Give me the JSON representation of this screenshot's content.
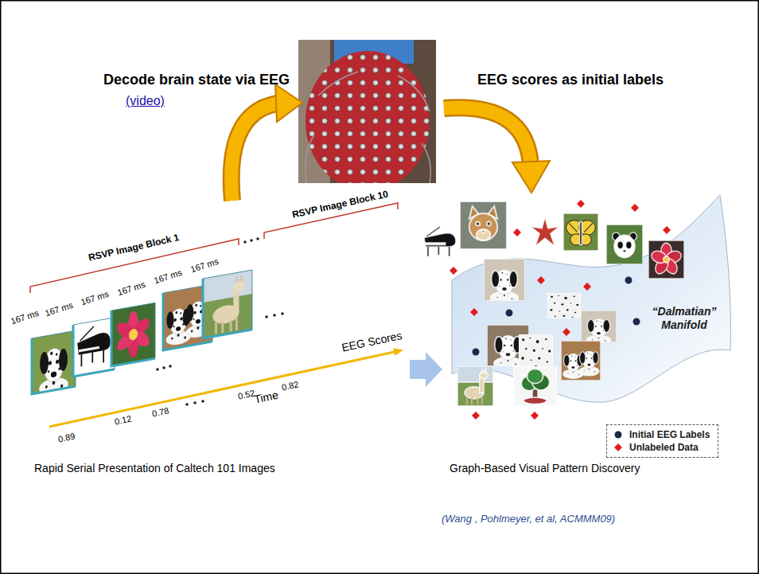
{
  "diagram": {
    "nodes": [
      {
        "text": [
          "“Dalmatian” Manifold"
        ]
      }
    ],
    "labels": [
      "Decode brain state via EEG",
      "(video)",
      "EEG scores as initial labels",
      "RSVP Image Block 1",
      "RSVP Image Block 10",
      "167 ms",
      "167 ms",
      "167 ms",
      "167 ms",
      "167 ms",
      "167 ms",
      "0.89",
      "0.12",
      "0.78",
      "0.52",
      "0.82",
      "EEG Scores",
      "Time",
      "Rapid Serial Presentation of Caltech 101 Images",
      "Graph-Based Visual Pattern Discovery",
      "(Wang , Pohlmeyer, et al, ACMMM09)"
    ],
    "legend": [
      {
        "text": "Initial EEG Labels"
      },
      {
        "text": "Unlabeled Data"
      }
    ]
  }
}
